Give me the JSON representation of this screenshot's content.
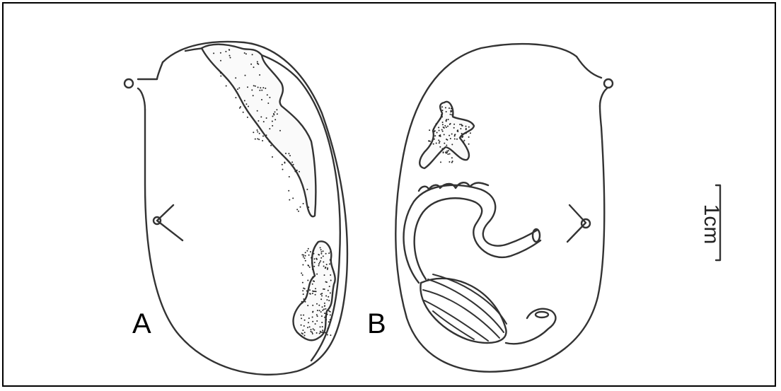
{
  "figure": {
    "panel_a_label": "A",
    "panel_b_label": "B",
    "scale_label": "1cm",
    "ink_color": "#333333",
    "stipple_color": "#222222"
  }
}
